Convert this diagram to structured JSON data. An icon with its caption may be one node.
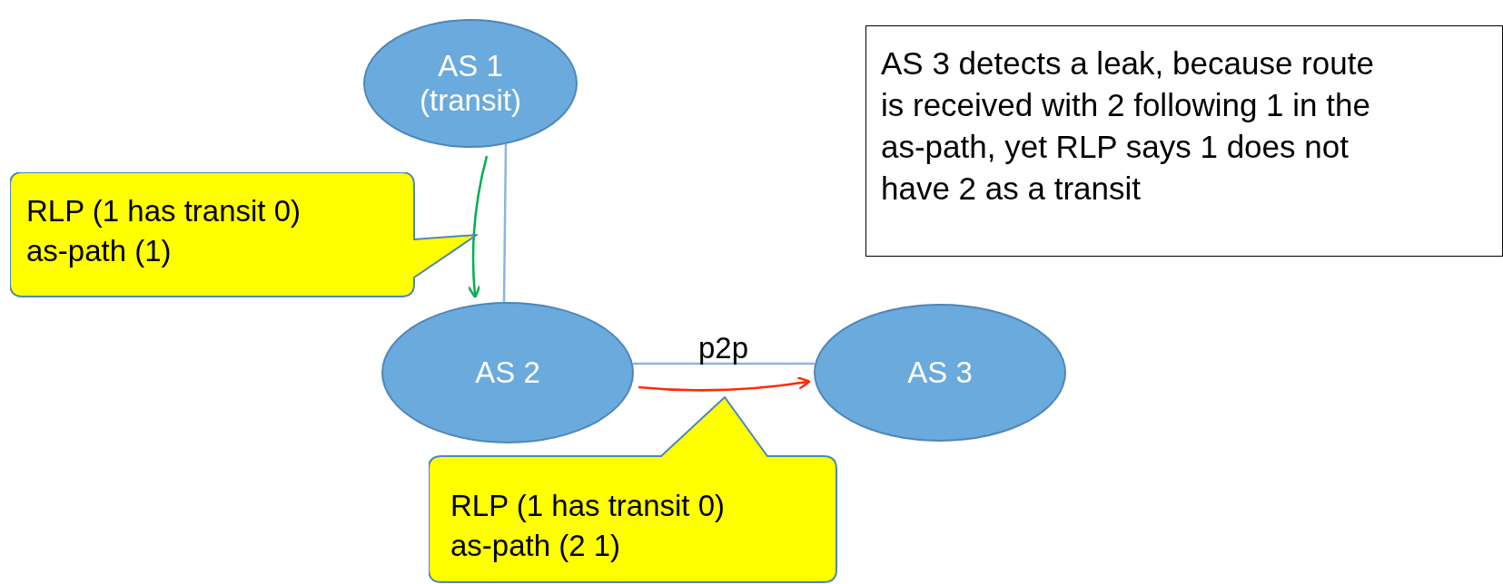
{
  "diagram": {
    "nodes": [
      {
        "text": [
          "AS 1 (transit)"
        ]
      },
      {
        "text": [
          "AS 2"
        ]
      },
      {
        "text": [
          "AS 3"
        ]
      },
      {
        "text": [
          "RLP (1 has transit 0)",
          "as-path (1)"
        ]
      },
      {
        "text": [
          "RLP (1 has transit 0)",
          "as-path (2 1)"
        ]
      },
      {
        "text": [
          "AS 3 detects a leak, because route is received  with 2 following 1 in the as-path, yet RLP says 1 does not have 2 as a transit"
        ]
      }
    ],
    "edges": [
      {
        "from": 0,
        "to": 1,
        "arrow": "none"
      },
      {
        "from": 1,
        "to": 2,
        "arrow": "none",
        "label": "p2p"
      },
      {
        "from": 0,
        "to": 1,
        "arrow": "to",
        "color": "#00b050"
      },
      {
        "from": 1,
        "to": 2,
        "arrow": "to",
        "color": "#ff2a00"
      }
    ]
  }
}
